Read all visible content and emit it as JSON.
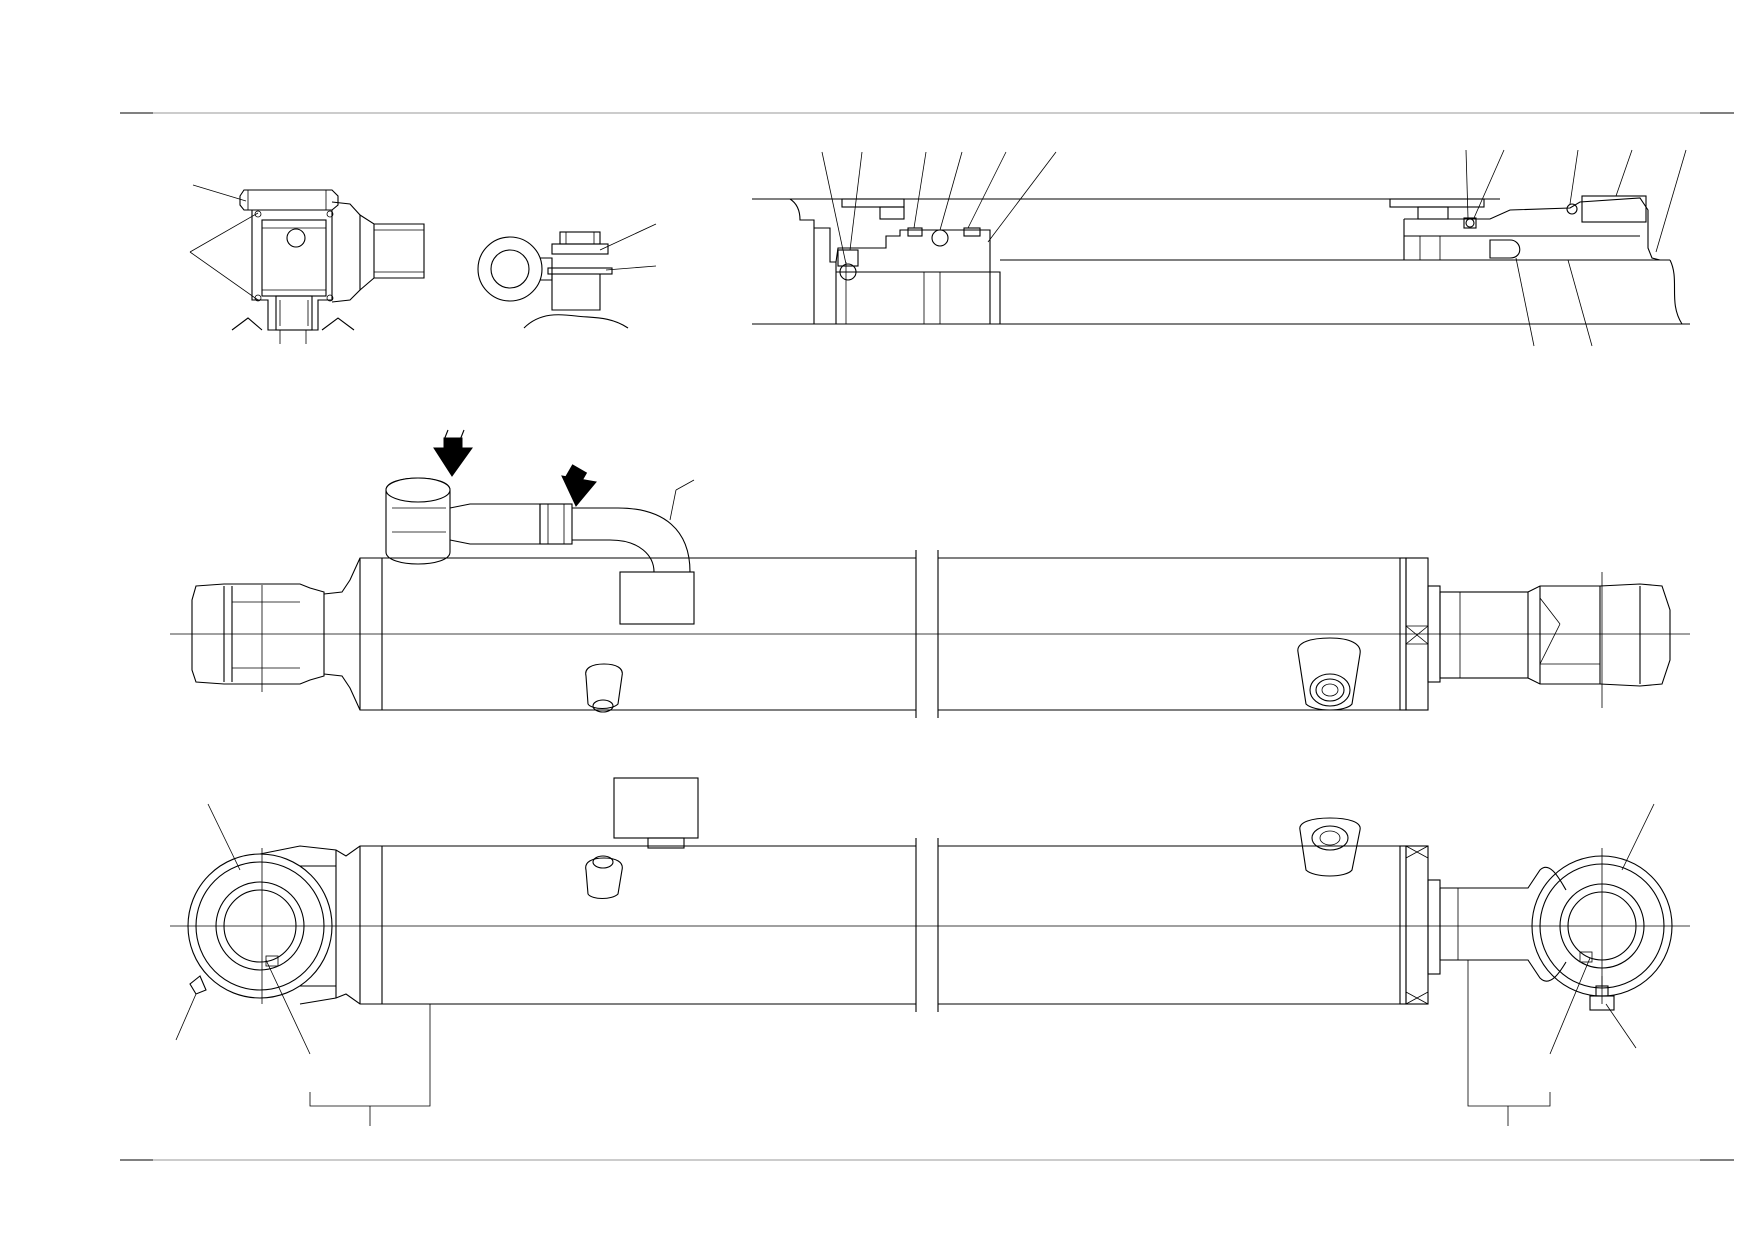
{
  "drawing": {
    "type": "technical-line-drawing",
    "subject": "hydraulic-cylinder-assembly",
    "line_color": "#000000",
    "rule_color": "#9a9a9a",
    "background": "#ffffff",
    "visible_text": []
  },
  "views": [
    {
      "id": "plug-detail-view",
      "icon": "fitting-cross-section"
    },
    {
      "id": "hose-fitting-detail-view",
      "icon": "banjo-fitting"
    },
    {
      "id": "rod-seal-section-view",
      "icon": "seal-cross-section"
    },
    {
      "id": "cylinder-top-view",
      "icon": "cylinder-with-hose"
    },
    {
      "id": "cylinder-side-view",
      "icon": "cylinder-with-eyes"
    }
  ]
}
